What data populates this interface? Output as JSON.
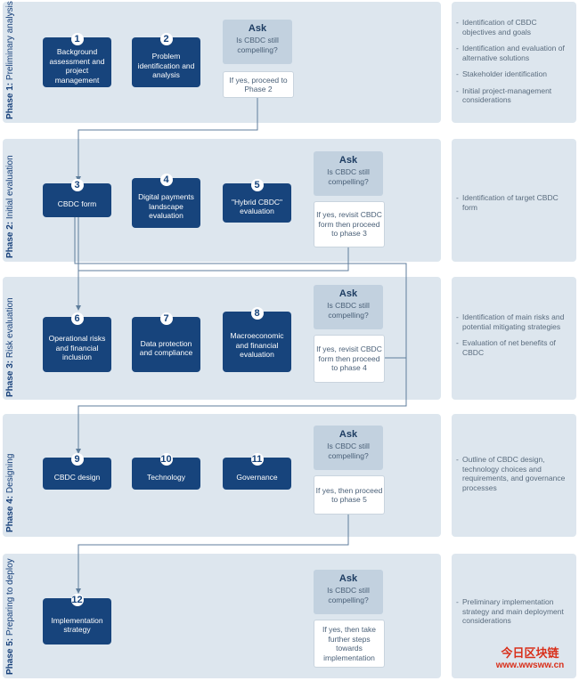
{
  "phases": [
    {
      "prefix": "Phase 1:",
      "name": "Preliminary analysis",
      "steps": [
        {
          "num": "1",
          "label": "Background assessment and project management"
        },
        {
          "num": "2",
          "label": "Problem identification and analysis"
        }
      ],
      "ask": {
        "title": "Ask",
        "question": "Is CBDC still compelling?",
        "answer": "If yes, proceed to Phase 2"
      },
      "outputs": [
        "Identification of CBDC objectives and goals",
        "Identification and evaluation of alternative solutions",
        "Stakeholder identification",
        "Initial project-management considerations"
      ]
    },
    {
      "prefix": "Phase 2:",
      "name": "Initial evaluation",
      "steps": [
        {
          "num": "3",
          "label": "CBDC form"
        },
        {
          "num": "4",
          "label": "Digital payments landscape evaluation"
        },
        {
          "num": "5",
          "label": "\"Hybrid CBDC\" evaluation"
        }
      ],
      "ask": {
        "title": "Ask",
        "question": "Is CBDC still compelling?",
        "answer": "If yes, revisit CBDC form then proceed to phase 3"
      },
      "outputs": [
        "Identification of target CBDC form"
      ]
    },
    {
      "prefix": "Phase 3:",
      "name": "Risk evaluation",
      "steps": [
        {
          "num": "6",
          "label": "Operational risks and financial inclusion"
        },
        {
          "num": "7",
          "label": "Data protection and compliance"
        },
        {
          "num": "8",
          "label": "Macroeconomic and financial evaluation"
        }
      ],
      "ask": {
        "title": "Ask",
        "question": "Is CBDC still compelling?",
        "answer": "If yes, revisit CBDC form then proceed to phase 4"
      },
      "outputs": [
        "Identification of main risks and potential mitigating strategies",
        "Evaluation of net benefits of CBDC"
      ]
    },
    {
      "prefix": "Phase 4:",
      "name": "Designing",
      "steps": [
        {
          "num": "9",
          "label": "CBDC design"
        },
        {
          "num": "10",
          "label": "Technology"
        },
        {
          "num": "11",
          "label": "Governance"
        }
      ],
      "ask": {
        "title": "Ask",
        "question": "Is CBDC still compelling?",
        "answer": "If yes, then proceed to phase 5"
      },
      "outputs": [
        "Outline of CBDC design, technology choices and requirements, and governance processes"
      ]
    },
    {
      "prefix": "Phase 5:",
      "name": "Preparing to deploy",
      "steps": [
        {
          "num": "12",
          "label": "Implementation strategy"
        }
      ],
      "ask": {
        "title": "Ask",
        "question": "Is CBDC still compelling?",
        "answer": "If yes, then take further steps towards implementation"
      },
      "outputs": [
        "Preliminary implementation strategy and main deployment considerations"
      ]
    }
  ],
  "watermark": {
    "line1": "今日区块链",
    "line2": "www.wwsww.cn"
  },
  "colors": {
    "panel": "#dde6ee",
    "step": "#17447c",
    "ask": "#c2d1df",
    "line": "#5f7e9c"
  }
}
